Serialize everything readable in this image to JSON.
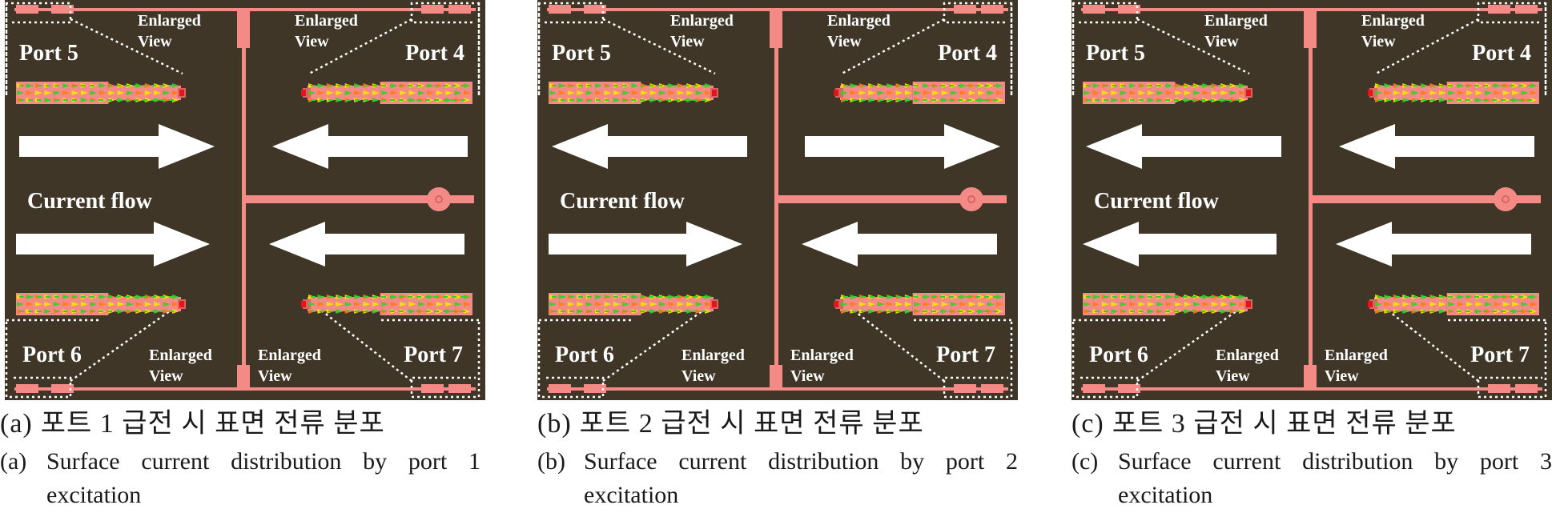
{
  "panels": [
    {
      "id": "a",
      "port_top_left": "Port 5",
      "port_top_right": "Port 4",
      "port_bottom_left": "Port 6",
      "port_bottom_right": "Port 7",
      "enlarged_line1": "Enlarged",
      "enlarged_line2": "View",
      "current_flow": "Current flow",
      "arrows": {
        "top_left": "right",
        "top_right": "left",
        "bottom_left": "right",
        "bottom_right": "left"
      },
      "caption_label": "(a)",
      "caption_ko": "포트 1 급전 시 표면 전류 분포",
      "caption_en": "Surface current distribution by port 1 excitation"
    },
    {
      "id": "b",
      "port_top_left": "Port 5",
      "port_top_right": "Port 4",
      "port_bottom_left": "Port 6",
      "port_bottom_right": "Port 7",
      "enlarged_line1": "Enlarged",
      "enlarged_line2": "View",
      "current_flow": "Current flow",
      "arrows": {
        "top_left": "left",
        "top_right": "right",
        "bottom_left": "right",
        "bottom_right": "left"
      },
      "caption_label": "(b)",
      "caption_ko": "포트 2 급전 시 표면 전류 분포",
      "caption_en": "Surface current distribution by port 2 excitation"
    },
    {
      "id": "c",
      "port_top_left": "Port 5",
      "port_top_right": "Port 4",
      "port_bottom_left": "Port 6",
      "port_bottom_right": "Port 7",
      "enlarged_line1": "Enlarged",
      "enlarged_line2": "View",
      "current_flow": "Current flow",
      "arrows": {
        "top_left": "left",
        "top_right": "left",
        "bottom_left": "left",
        "bottom_right": "left"
      },
      "caption_label": "(c)",
      "caption_ko": "포트 3 급전 시 표면 전류 분포",
      "caption_en": "Surface current distribution by port 3 excitation"
    }
  ],
  "colors": {
    "substrate": "#3f3628",
    "trace": "#f48a86",
    "trace_dark": "#d96460",
    "arrow": "#ffffff",
    "vector_green": "#3ccc2c",
    "vector_yellow": "#f4e400",
    "vector_orange": "#ff7a1a",
    "vector_red": "#e4141a"
  }
}
